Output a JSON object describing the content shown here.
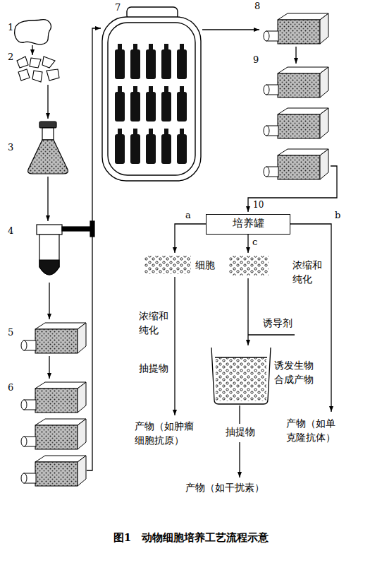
{
  "diagram": {
    "caption": "图1　动物细胞培养工艺流程示意",
    "nodes": [
      {
        "text": [
          "培养罐"
        ]
      }
    ],
    "labels": [
      "1",
      "2",
      "3",
      "4",
      "5",
      "6",
      "7",
      "8",
      "9",
      "10",
      "a",
      "b",
      "c",
      "细胞",
      "浓缩和纯化",
      "浓缩和纯化",
      "诱导剂",
      "诱发生物合成产物",
      "抽提物",
      "抽提物",
      "产物（如肿瘤细胞抗原）",
      "产物（如干扰素）",
      "产物（如单克隆抗体）"
    ]
  }
}
